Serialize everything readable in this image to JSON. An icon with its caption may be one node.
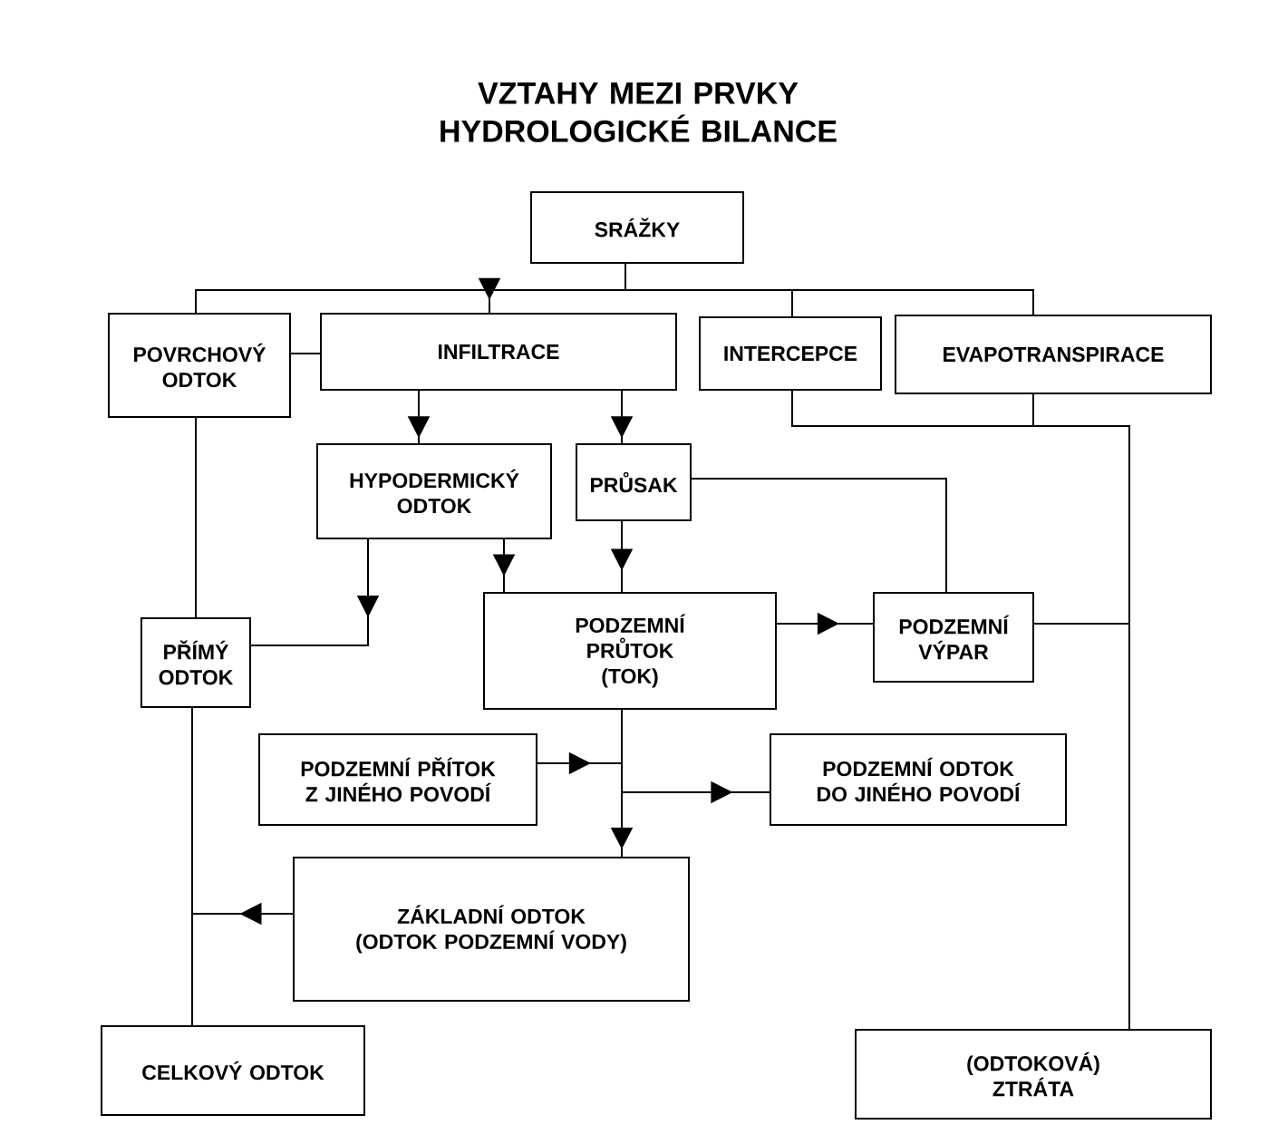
{
  "diagram": {
    "title": "VZTAHY MEZI PRVKY HYDROLOGICKÉ BILANCE",
    "nodes": [
      {
        "text": [
          "SRÁŽKY"
        ]
      },
      {
        "text": [
          "POVRCHOVÝ ODTOK"
        ]
      },
      {
        "text": [
          "INFILTRACE"
        ]
      },
      {
        "text": [
          "INTERCEPCE"
        ]
      },
      {
        "text": [
          "EVAPOTRANSPIRACE"
        ]
      },
      {
        "text": [
          "HYPODERMICKÝ ODTOK"
        ]
      },
      {
        "text": [
          "PRŮSAK"
        ]
      },
      {
        "text": [
          "PŘÍMÝ ODTOK"
        ]
      },
      {
        "text": [
          "PODZEMNÍ PRŮTOK (TOK)"
        ]
      },
      {
        "text": [
          "PODZEMNÍ VÝPAR"
        ]
      },
      {
        "text": [
          "PODZEMNÍ PŘÍTOK Z JINÉHO POVODÍ"
        ]
      },
      {
        "text": [
          "PODZEMNÍ ODTOK DO JINÉHO POVODÍ"
        ]
      },
      {
        "text": [
          "ZÁKLADNÍ ODTOK (ODTOK PODZEMNÍ VODY)"
        ]
      },
      {
        "text": [
          "CELKOVÝ ODTOK"
        ]
      },
      {
        "text": [
          "(ODTOKOVÁ) ZTRÁTA"
        ]
      }
    ],
    "edges": [
      {
        "from": 0,
        "to": 1,
        "arrow": "none"
      },
      {
        "from": 0,
        "to": 2,
        "arrow": "to"
      },
      {
        "from": 0,
        "to": 3,
        "arrow": "none"
      },
      {
        "from": 0,
        "to": 4,
        "arrow": "none"
      },
      {
        "from": 1,
        "to": 2,
        "arrow": "none"
      },
      {
        "from": 2,
        "to": 5,
        "arrow": "to"
      },
      {
        "from": 2,
        "to": 6,
        "arrow": "to"
      },
      {
        "from": 1,
        "to": 7,
        "arrow": "none"
      },
      {
        "from": 5,
        "to": 7,
        "arrow": "to"
      },
      {
        "from": 5,
        "to": 8,
        "arrow": "to"
      },
      {
        "from": 6,
        "to": 8,
        "arrow": "to"
      },
      {
        "from": 6,
        "to": 9,
        "arrow": "none"
      },
      {
        "from": 8,
        "to": 9,
        "arrow": "to"
      },
      {
        "from": 3,
        "to": 14,
        "arrow": "none"
      },
      {
        "from": 4,
        "to": 14,
        "arrow": "none"
      },
      {
        "from": 9,
        "to": 14,
        "arrow": "none"
      },
      {
        "from": 8,
        "to": 12,
        "arrow": "to"
      },
      {
        "from": 10,
        "to": 12,
        "arrow": "to"
      },
      {
        "from": 8,
        "to": 11,
        "arrow": "to"
      },
      {
        "from": 12,
        "to": 13,
        "arrow": "to"
      },
      {
        "from": 7,
        "to": 13,
        "arrow": "none"
      }
    ]
  }
}
